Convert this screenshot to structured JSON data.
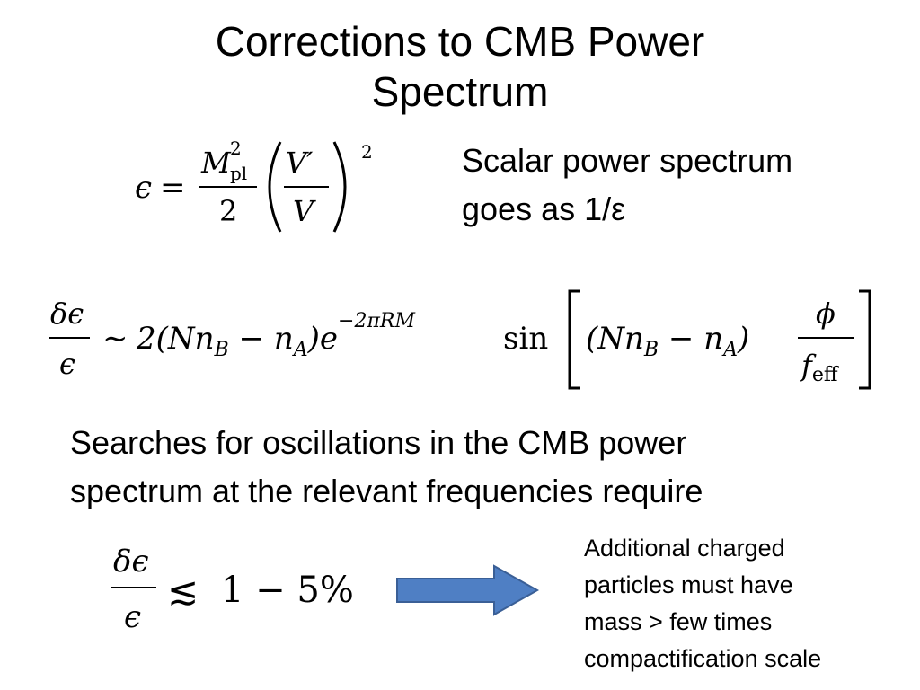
{
  "slide": {
    "title_line1": "Corrections to CMB Power",
    "title_line2": "Spectrum",
    "side_line1": "Scalar power spectrum",
    "side_line2": "goes as 1/ε",
    "body_line1": "Searches for oscillations in the CMB power",
    "body_line2": "spectrum at the relevant frequencies require",
    "note_lines": [
      "Additional charged",
      "particles must have",
      "mass > few times",
      "compactification scale"
    ]
  },
  "equations": {
    "eq1": {
      "lhs": "ϵ",
      "eq": "=",
      "num_M": "M",
      "num_sup": "2",
      "num_sub": "pl",
      "den": "2",
      "inner_num": "V′",
      "inner_den": "V",
      "outer_exp": "2"
    },
    "eq2": {
      "lhs_num": "δϵ",
      "lhs_den": "ϵ",
      "sim": "∼",
      "coef_text": "2(Nn",
      "sub_B": "B",
      "minus_n": " − n",
      "sub_A": "A",
      "close_e": ")e",
      "exp": "−2πRM",
      "sin": "sin",
      "bracket_text": "(Nn",
      "sub_B2": "B",
      "minus_n2": " − n",
      "sub_A2": "A",
      "close2": ")",
      "phi": "ϕ",
      "f": "f",
      "f_sub": "eff"
    },
    "eq3": {
      "num": "δϵ",
      "den": "ϵ",
      "rel": "≲",
      "rhs": "1 − 5%"
    }
  },
  "colors": {
    "arrow_fill": "#4f7fc4",
    "arrow_stroke": "#3a5f96"
  }
}
